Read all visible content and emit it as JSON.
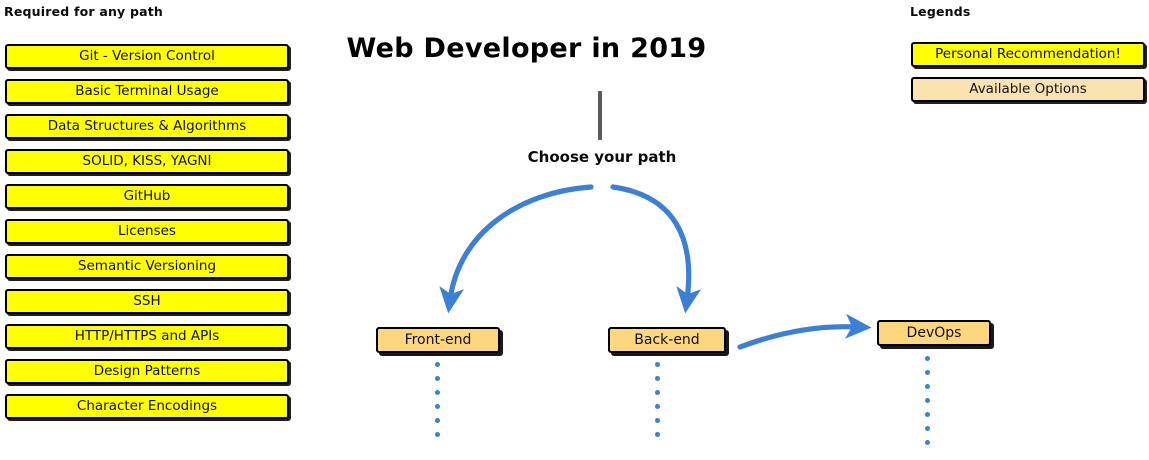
{
  "page": {
    "title": "Web Developer in 2019",
    "background_color": "#ffffff"
  },
  "required_section": {
    "heading": "Required for any path",
    "box_fill": "#ffff00",
    "items": [
      {
        "label": "Git - Version Control"
      },
      {
        "label": "Basic Terminal Usage"
      },
      {
        "label": "Data Structures & Algorithms"
      },
      {
        "label": "SOLID, KISS, YAGNI"
      },
      {
        "label": "GitHub"
      },
      {
        "label": "Licenses"
      },
      {
        "label": "Semantic Versioning"
      },
      {
        "label": "SSH"
      },
      {
        "label": "HTTP/HTTPS and APIs"
      },
      {
        "label": "Design Patterns"
      },
      {
        "label": "Character Encodings"
      }
    ]
  },
  "legend_section": {
    "heading": "Legends",
    "items": [
      {
        "label": "Personal Recommendation!",
        "tone": "tone-recommend",
        "color": "#ffff00"
      },
      {
        "label": "Available Options",
        "tone": "tone-available",
        "color": "#fae3ae"
      }
    ]
  },
  "flow": {
    "choose_label": "Choose your path",
    "stem_color": "#5a5a5a",
    "arrow_color": "#3c7fd6",
    "paths": [
      {
        "label": "Front-end",
        "dots": 6
      },
      {
        "label": "Back-end",
        "dots": 6
      },
      {
        "label": "DevOps",
        "dots": 7
      }
    ],
    "path_box_fill": "#fcd77e"
  }
}
